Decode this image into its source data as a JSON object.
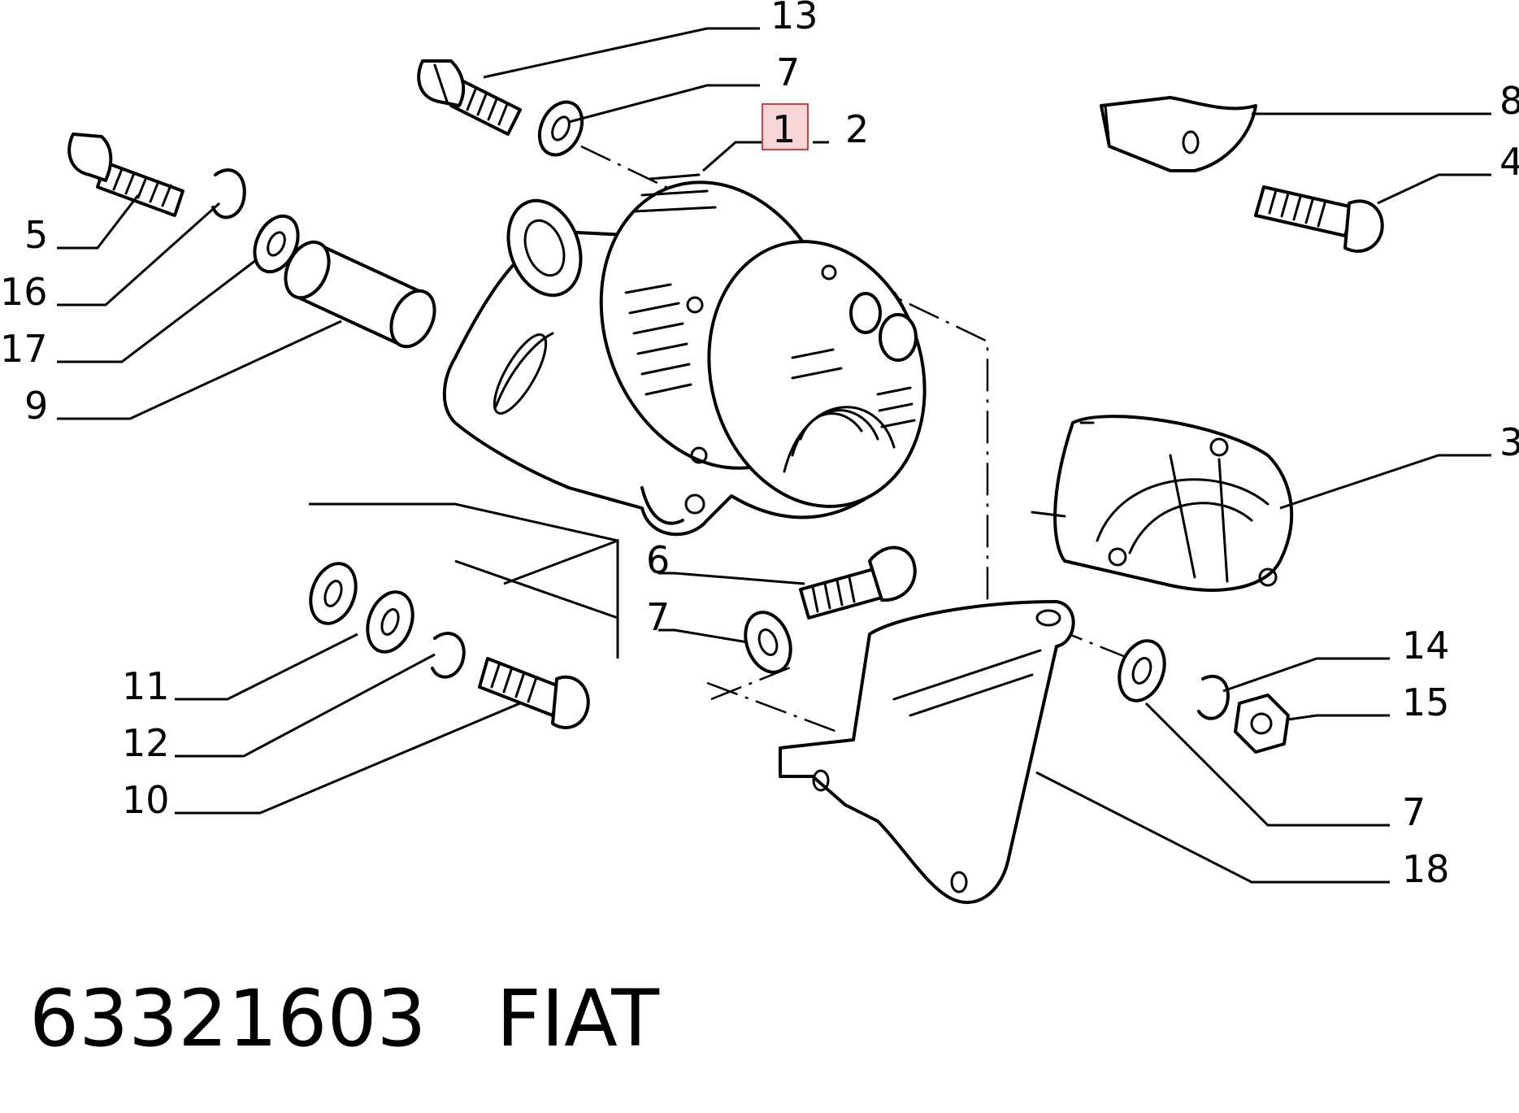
{
  "callouts": {
    "c13": "13",
    "c7a": "7",
    "c1": "1",
    "c2": "2",
    "c8": "8",
    "c4": "4",
    "c5": "5",
    "c16": "16",
    "c17": "17",
    "c9": "9",
    "c3": "3",
    "c6": "6",
    "c7b": "7",
    "c14": "14",
    "c15": "15",
    "c7c": "7",
    "c11": "11",
    "c12": "12",
    "c10": "10",
    "c18": "18"
  },
  "highlight_color": "#e23b3b",
  "footer": {
    "part_number": "63321603",
    "brand": "FIAT"
  }
}
